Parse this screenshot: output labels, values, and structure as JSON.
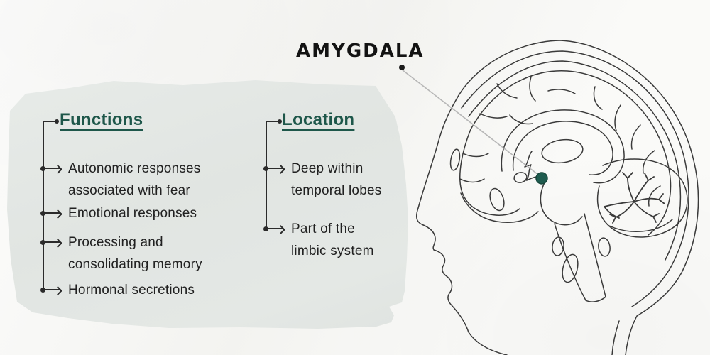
{
  "title": {
    "text": "AMYGDALA"
  },
  "functions": {
    "heading": "Functions",
    "items": [
      {
        "text": "Autonomic responses associated with fear"
      },
      {
        "text": "Emotional responses"
      },
      {
        "text": "Processing and consolidating memory"
      },
      {
        "text": "Hormonal secretions"
      }
    ]
  },
  "location": {
    "heading": "Location",
    "items": [
      {
        "text": "Deep within temporal lobes"
      },
      {
        "text": "Part of the limbic system"
      }
    ]
  },
  "colors": {
    "heading_green": "#1e574a",
    "body_text": "#212121",
    "connector_line": "#2b2b2b",
    "leader_gray": "#b7b7b7",
    "marker_teal": "#1e5b4e",
    "panel_gray": "#e2e6e3",
    "paper": "#f7f7f4"
  }
}
